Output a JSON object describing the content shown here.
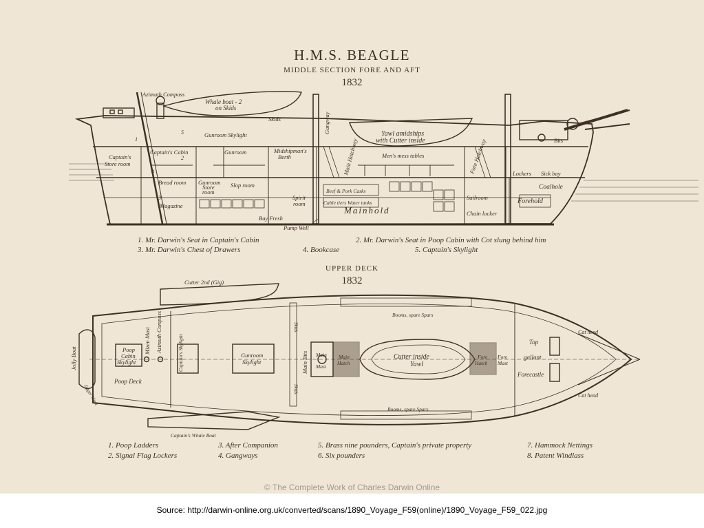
{
  "title": "H.M.S. BEAGLE",
  "section_title": "MIDDLE SECTION FORE AND AFT",
  "section_year": "1832",
  "deck_title": "UPPER DECK",
  "deck_year": "1832",
  "section_labels": {
    "azimuth": "Azimuth Compass",
    "whale_boat_1": "Whale boat - 2",
    "whale_boat_2": "on Skids",
    "skids": "Skids",
    "gangway": "Gangway",
    "yawl_1": "Yawl amidships",
    "yawl_2": "with Cutter inside",
    "bits": "Bits",
    "gunroom_skylight": "Gunroom Skylight",
    "captains_cabin": "Captain's Cabin",
    "gunroom": "Gunroom",
    "midshipmans": "Midshipman's",
    "berth": "Berth",
    "main_hatch": "Main Hatchway",
    "mess_tables": "Men's mess tables",
    "fore_hatch": "Fore Hatchway",
    "lockers": "Lockers",
    "sick_bay": "Sick bay",
    "store_1": "Captain's",
    "store_2": "Store room",
    "bread": "Bread room",
    "gr_store_1": "Gunroom",
    "gr_store_2": "Store",
    "gr_store_3": "room",
    "slop": "Slop room",
    "spirit_1": "Spirit",
    "spirit_2": "room",
    "beef": "Beef & Pork Casks",
    "cable": "Cable tiers Water tanks",
    "mainhold": "Mainhold",
    "sailroom": "Sailroom",
    "chain": "Chain locker",
    "coalhole": "Coalhole",
    "forehold": "Forehold",
    "magazine": "Magazine",
    "bread_room_low": "Bay Fresh",
    "pump": "Pump Well",
    "num_1": "1",
    "num_2": "2",
    "num_3": "3",
    "num_4": "4",
    "num_5": "5"
  },
  "section_key": [
    "1. Mr. Darwin's Seat in Captain's Cabin",
    "2. Mr. Darwin's Seat in Poop Cabin with Cot slung behind him",
    "3. Mr. Darwin's Chest of Drawers",
    "4. Bookcase",
    "5. Captain's Skylight"
  ],
  "deck_labels": {
    "cutter_gig": "Cutter 2nd (Gig)",
    "jolly_boat": "Jolly Boat",
    "mizen_mast": "Mizen Mast",
    "azimuth": "Azimuth Compass",
    "poop_cabin_1": "Poop",
    "poop_cabin_2": "Cabin",
    "poop_cabin_3": "Skylight",
    "poop_deck": "Poop Deck",
    "captains_skylight": "Captain's Skylight",
    "gunroom_skylight_1": "Gunroom",
    "gunroom_skylight_2": "Skylight",
    "skids_a": "Skids",
    "skids_b": "Skids",
    "main_bits": "Main Bits",
    "main_mast_1": "Main",
    "main_mast_2": "Mast",
    "main_hatch_1": "Main",
    "main_hatch_2": "Hatch",
    "cutter_yawl_1": "Cutter inside",
    "cutter_yawl_2": "Yawl",
    "fore_hatch_1": "Fore",
    "fore_hatch_2": "Hatch",
    "fore_mast_1": "Fore",
    "fore_mast_2": "Mast",
    "booms_top": "Booms, spare Spars",
    "booms_bottom": "Booms, spare Spars",
    "top_1": "Top",
    "top_2": "gallant",
    "forecastle": "Forecastle",
    "cat_head_top": "Cat head",
    "cat_head_bottom": "Cat head",
    "captains_whale_boat": "Captain's Whale Boat",
    "jigger_mast": "Jigger Mast"
  },
  "deck_key": [
    "1. Poop Ladders",
    "2. Signal Flag Lockers",
    "3. After Companion",
    "4. Gangways",
    "5. Brass nine pounders, Captain's private property",
    "6. Six pounders",
    "7. Hammock Nettings",
    "8. Patent Windlass"
  ],
  "copyright": "© The Complete Work of Charles Darwin Online",
  "source": "Source: http://darwin-online.org.uk/converted/scans/1890_Voyage_F59(online)/1890_Voyage_F59_022.jpg",
  "colors": {
    "paper": "#efe6d6",
    "ink": "#3e3024",
    "page": "#ffffff"
  }
}
